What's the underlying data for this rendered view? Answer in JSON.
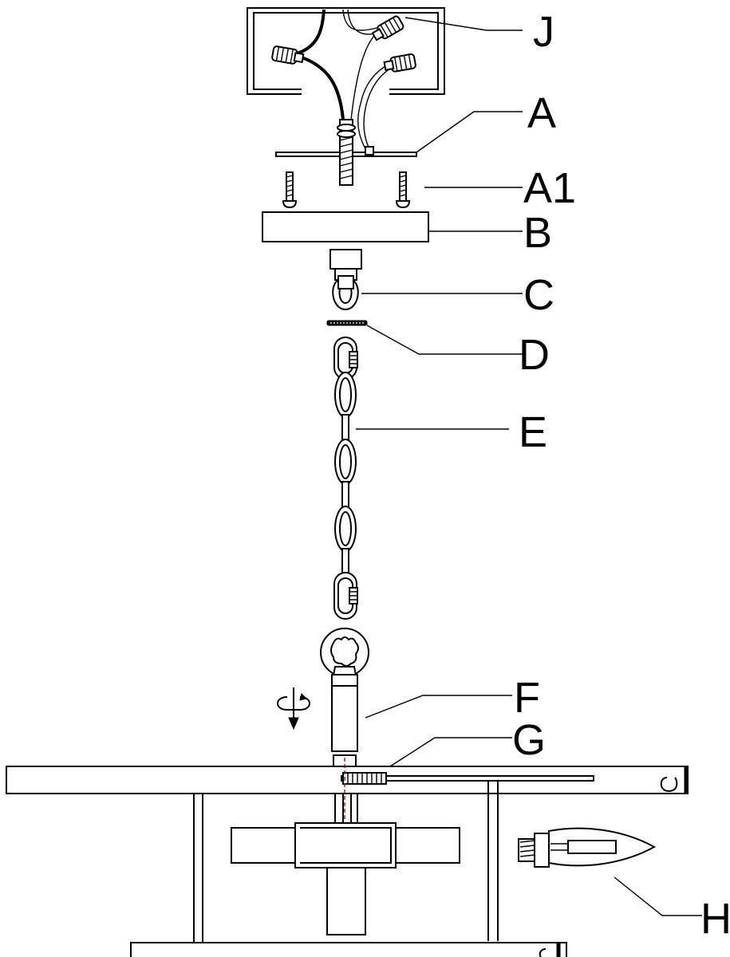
{
  "labels": {
    "J": "J",
    "A": "A",
    "A1": "A1",
    "B": "B",
    "C": "C",
    "D": "D",
    "E": "E",
    "F": "F",
    "G": "G",
    "H": "H"
  },
  "colors": {
    "line": "#000000",
    "background": "#ffffff",
    "centerline": "#d40000"
  }
}
